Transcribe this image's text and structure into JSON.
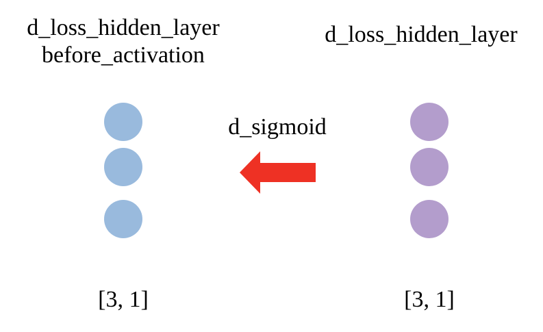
{
  "left_layer": {
    "title_line1": "d_loss_hidden_layer",
    "title_line2": "before_activation",
    "shape": "[3, 1]",
    "node_color": "#99BADD",
    "node_count": 3
  },
  "right_layer": {
    "title": "d_loss_hidden_layer",
    "shape": "[3, 1]",
    "node_color": "#B39DCC",
    "node_count": 3
  },
  "operation": {
    "label": "d_sigmoid",
    "arrow_color": "#EE3124",
    "arrow_direction": "left"
  }
}
